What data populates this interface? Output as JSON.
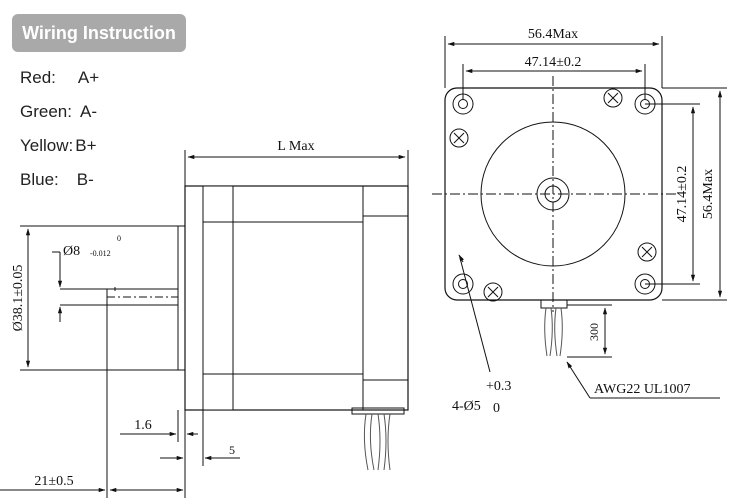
{
  "header": {
    "title": "Wiring Instruction"
  },
  "wiring": [
    {
      "color": "Red:",
      "phase": "A+"
    },
    {
      "color": "Green:",
      "phase": "A-"
    },
    {
      "color": "Yellow:",
      "phase": "B+"
    },
    {
      "color": "Blue:",
      "phase": "B-"
    }
  ],
  "side_view": {
    "length": "L Max",
    "flange_diameter": "Ø38.1±0.05",
    "shaft_diameter": "Ø8",
    "shaft_tol_lower": "-0.012",
    "shaft_tol_upper": "0",
    "dim_1_6": "1.6",
    "dim_5": "5",
    "shaft_length": "21±0.5"
  },
  "front_view": {
    "width_max": "56.4Max",
    "hole_spacing": "47.14±0.2",
    "height_max": "56.4Max",
    "hole_spacing_v": "47.14±0.2",
    "lead_length": "300",
    "holes": "4-Ø5",
    "holes_tol_upper": "+0.3",
    "holes_tol_lower": "0",
    "wire_spec": "AWG22 UL1007"
  }
}
